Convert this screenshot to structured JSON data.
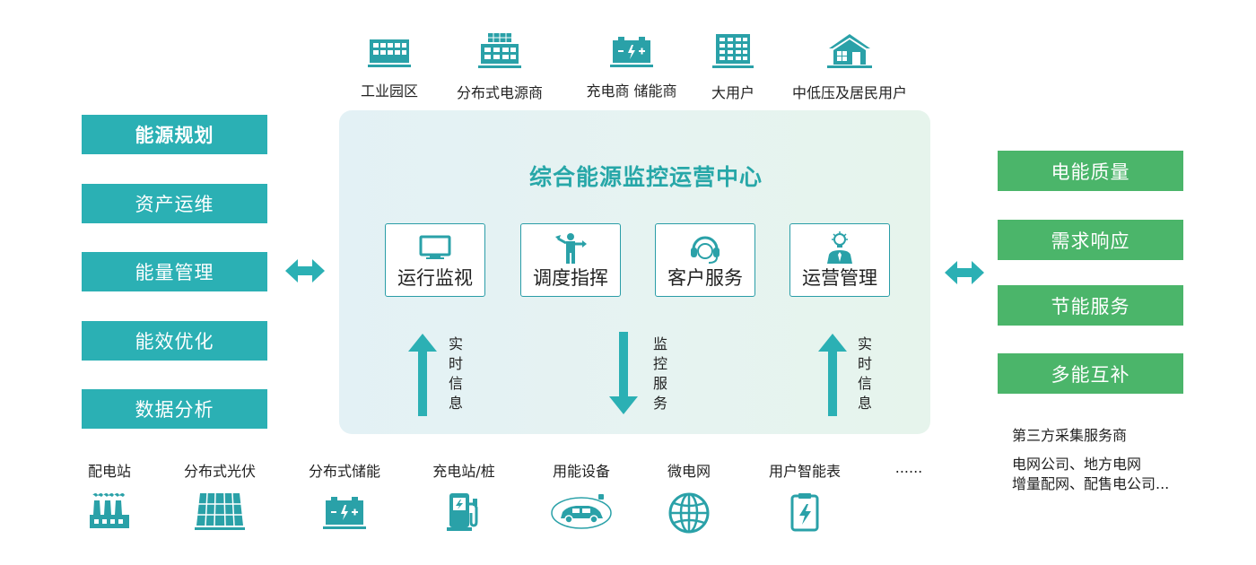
{
  "top_consumers": [
    {
      "label": "工业园区",
      "icon": "factory-building-icon"
    },
    {
      "label": "分布式电源商",
      "icon": "solar-panel-building-icon"
    },
    {
      "label": "充电商 储能商",
      "icon": "battery-icon"
    },
    {
      "label": "大用户",
      "icon": "office-building-icon"
    },
    {
      "label": "中低压及居民用户",
      "icon": "house-icon"
    }
  ],
  "left_services": [
    "能源规划",
    "资产运维",
    "能量管理",
    "能效优化",
    "数据分析"
  ],
  "right_services": [
    "电能质量",
    "需求响应",
    "节能服务",
    "多能互补"
  ],
  "center": {
    "title": "综合能源监控运营中心",
    "functions": [
      {
        "label": "运行监视",
        "icon": "monitor-icon"
      },
      {
        "label": "调度指挥",
        "icon": "dispatcher-icon"
      },
      {
        "label": "客户服务",
        "icon": "headset-icon"
      },
      {
        "label": "运营管理",
        "icon": "manager-lightbulb-icon"
      }
    ],
    "flows": [
      {
        "label": "实时信息",
        "direction": "up"
      },
      {
        "label": "监控服务",
        "direction": "down"
      },
      {
        "label": "实时信息",
        "direction": "up"
      }
    ]
  },
  "bottom_devices": [
    {
      "label": "配电站",
      "icon": "power-station-icon"
    },
    {
      "label": "分布式光伏",
      "icon": "solar-panel-icon"
    },
    {
      "label": "分布式储能",
      "icon": "battery-storage-icon"
    },
    {
      "label": "充电站/桩",
      "icon": "charging-pile-icon"
    },
    {
      "label": "用能设备",
      "icon": "electric-car-icon"
    },
    {
      "label": "微电网",
      "icon": "globe-grid-icon"
    },
    {
      "label": "用户智能表",
      "icon": "smart-meter-icon"
    },
    {
      "label": "......",
      "icon": ""
    }
  ],
  "third_party": {
    "title": "第三方采集服务商",
    "lines": [
      "电网公司、地方电网",
      "增量配网、配售电公司..."
    ]
  },
  "colors": {
    "teal": "#2bb0b4",
    "green": "#4bb56a",
    "title": "#27a7a8",
    "panel": "#e4f2f3"
  }
}
